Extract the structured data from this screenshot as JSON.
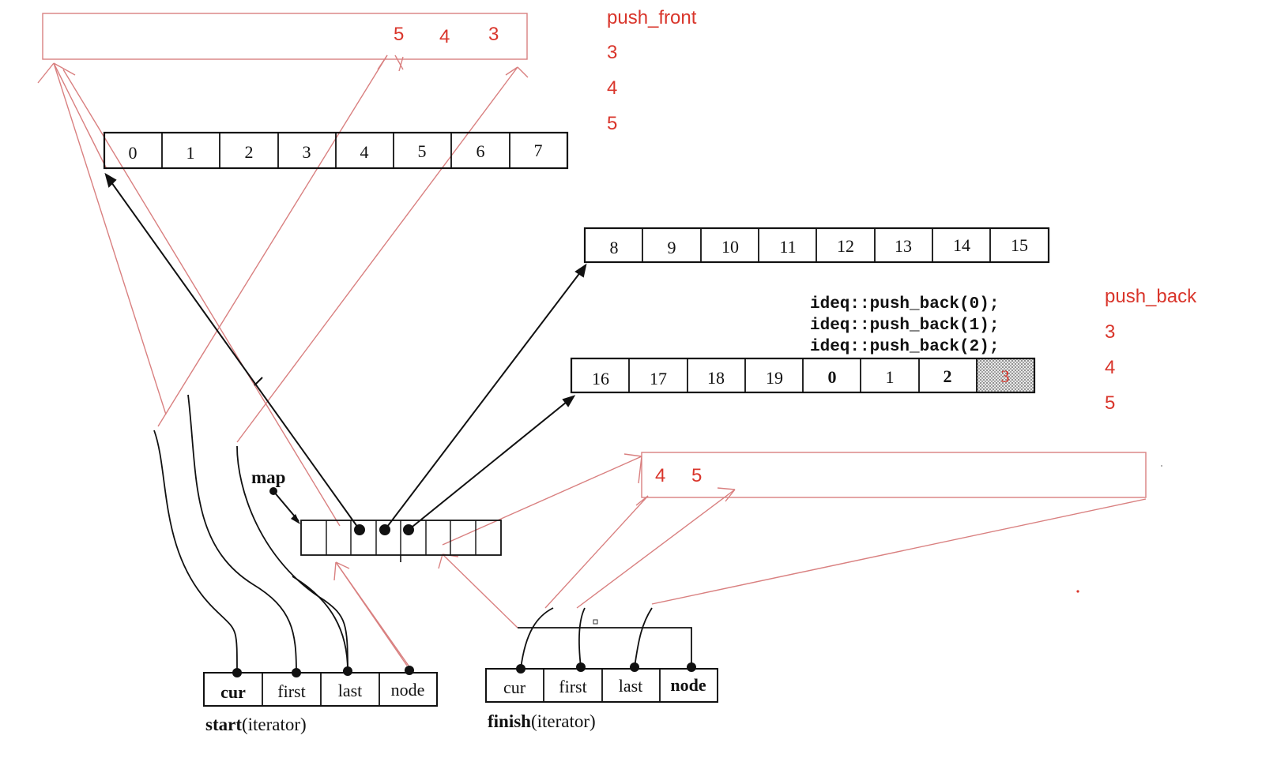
{
  "annotations": {
    "push_front": {
      "title": "push_front",
      "items": [
        "3",
        "4",
        "5"
      ]
    },
    "push_back": {
      "title": "push_back",
      "items": [
        "3",
        "4",
        "5"
      ]
    },
    "front_buffer_values": [
      "5",
      "4",
      "3"
    ],
    "back_buffer_values": [
      "4",
      "5"
    ]
  },
  "buffers": {
    "buffer_a": [
      "0",
      "1",
      "2",
      "3",
      "4",
      "5",
      "6",
      "7"
    ],
    "buffer_b": [
      "8",
      "9",
      "10",
      "11",
      "12",
      "13",
      "14",
      "15"
    ],
    "buffer_c": [
      "16",
      "17",
      "18",
      "19",
      "0",
      "1",
      "2",
      "3"
    ]
  },
  "code": [
    "ideq::push_back(0);",
    "ideq::push_back(1);",
    "ideq::push_back(2);"
  ],
  "map": {
    "label": "map"
  },
  "iterators": {
    "start": {
      "fields": [
        "cur",
        "first",
        "last",
        "node"
      ],
      "name": "start",
      "suffix": "(iterator)"
    },
    "finish": {
      "fields": [
        "cur",
        "first",
        "last",
        "node"
      ],
      "name": "finish",
      "suffix": "(iterator)"
    }
  },
  "colors": {
    "ink": "#111111",
    "annotation": "#d9352b",
    "faint_line": "#d98080",
    "shaded": "#b5b5b5"
  }
}
